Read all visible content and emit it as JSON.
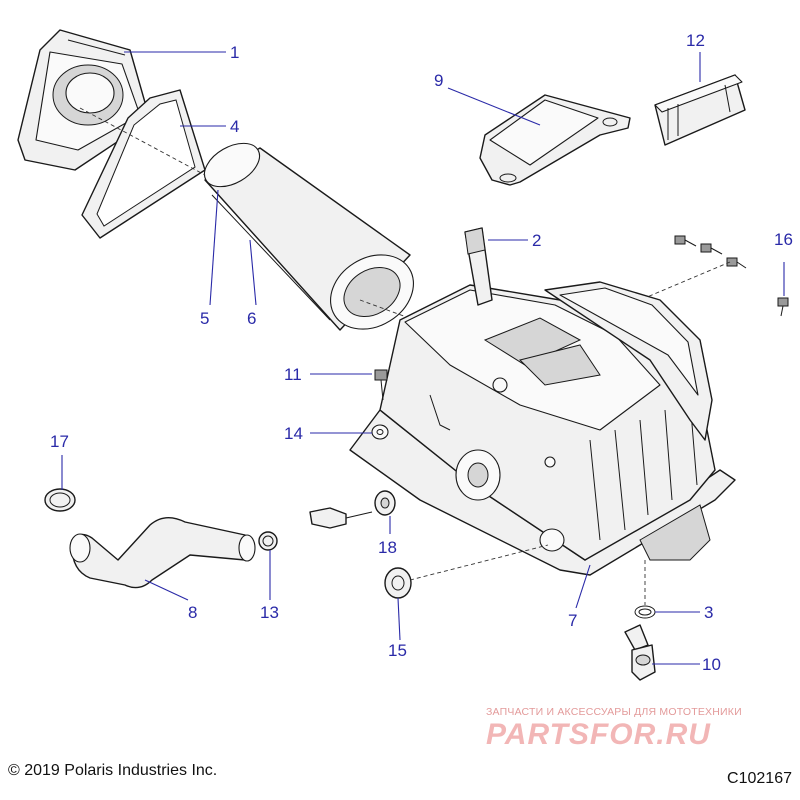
{
  "callouts": {
    "c1": "1",
    "c2": "2",
    "c3": "3",
    "c4": "4",
    "c5": "5",
    "c6": "6",
    "c7": "7",
    "c8": "8",
    "c9": "9",
    "c10": "10",
    "c11": "11",
    "c12": "12",
    "c13": "13",
    "c14": "14",
    "c15": "15",
    "c16": "16",
    "c17": "17",
    "c18": "18"
  },
  "footer": {
    "copyright": "© 2019 Polaris Industries Inc.",
    "figure_id": "C102167"
  },
  "watermark": {
    "tagline": "ЗАПЧАСТИ И АКСЕССУАРЫ ДЛЯ МОТОТЕХНИКИ",
    "brand": "PARTSFOR.RU"
  },
  "colors": {
    "callout": "#2a2aa8",
    "line_art": "#1a1a1a",
    "watermark": "#f2b6b6"
  }
}
